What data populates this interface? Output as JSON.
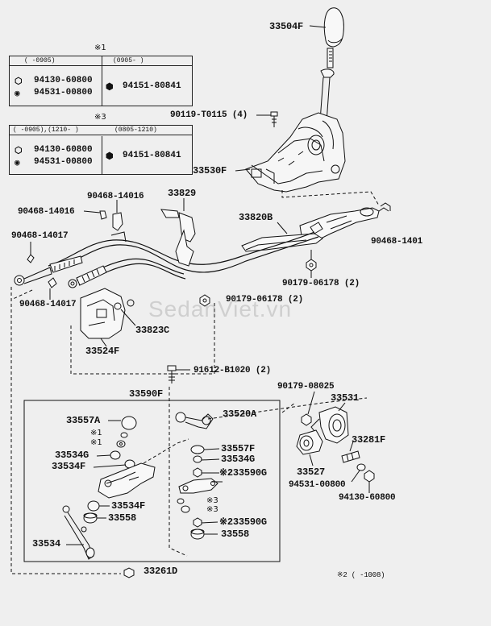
{
  "watermark": "SedanViet.vn",
  "tables": [
    {
      "mark": "※1",
      "headers": [
        "(    -0905)",
        "(0905-     )"
      ],
      "left_parts": [
        "94130-60800",
        "94531-00800"
      ],
      "right_parts": [
        "94151-80841"
      ]
    },
    {
      "mark": "※3",
      "headers": [
        "(   -0905),(1210-    )",
        "(0805-1210)"
      ],
      "left_parts": [
        "94130-60800",
        "94531-00800"
      ],
      "right_parts": [
        "94151-80841"
      ]
    }
  ],
  "labels": {
    "p33504F": "33504F",
    "p90119": "90119-T0115 (4)",
    "p33530F": "33530F",
    "p90468_14016a": "90468-14016",
    "p33829": "33829",
    "p90468_14016b": "90468-14016",
    "p33820B": "33820B",
    "p90468_14017a": "90468-14017",
    "p90468_1401x": "90468-1401",
    "p90179_06178a": "90179-06178 (2)",
    "p90179_06178b": "90179-06178 (2)",
    "p90468_14017b": "90468-14017",
    "p33823C": "33823C",
    "p33524F": "33524F",
    "p91612": "91612-B1020 (2)",
    "p90179_08025": "90179-08025",
    "p33590F": "33590F",
    "p33531": "33531",
    "p33557A": "33557A",
    "p33520A": "33520A",
    "m1a": "※1",
    "m1b": "※1",
    "p33281F": "33281F",
    "p33534G_l": "33534G",
    "p33557F": "33557F",
    "p33534F_l": "33534F",
    "p33534G_r": "33534G",
    "p33590G_1": "※233590G",
    "p33527": "33527",
    "p94531": "94531-00800",
    "m3a": "※3",
    "p33534F_2": "33534F",
    "p94130": "94130-60800",
    "m3b": "※3",
    "p33558_l": "33558",
    "p33590G_2": "※233590G",
    "p33558_r": "33558",
    "p33534": "33534",
    "p33261D": "33261D",
    "footnote": "※2 (    -1008)"
  }
}
